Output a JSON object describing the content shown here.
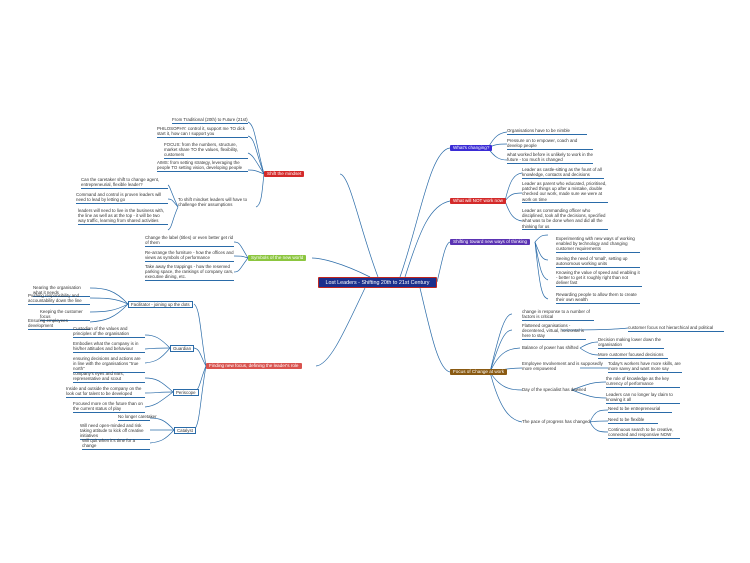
{
  "center": "Lost Leaders - Shifting 20th to 21st Century",
  "colors": {
    "line": "#2a6ba8",
    "shift_mindset": "#d42a2a",
    "symbols": "#8cc63f",
    "what_changing": "#3a2bd6",
    "what_not_work": "#d42a2a",
    "shifting_ways": "#5b33b3",
    "focus_change": "#8a5a12",
    "finding_new": "#d9534f"
  },
  "branches": {
    "shift_mindset": {
      "label": "Shift the mindset",
      "items": [
        "From Traditional (20th) to Future (21st)",
        "PHILOSOPHY: control it, support me TO dick start it, how can I support you",
        "FOCUS: from the numbers, structure, market share TO the values, flexibility, customers",
        "AIMS: from setting strategy, leveraging the people TO setting vision, developing people"
      ],
      "sub": {
        "label": "To shift mindset leaders will have to challenge their assumptions",
        "items": [
          "Can the caretaker shift to change agent, entrepreneurial, flexible leader?",
          "Command and control is proven leaders will need to lead by letting go",
          "leaders will need to live in the business with, the line as well as at the top - it will be two way traffic, learning from shared activities"
        ]
      }
    },
    "symbols": {
      "label": "Symbols of the new world",
      "items": [
        "Change the label (titles) or even better get rid of them",
        "Re-arrange the furniture - how the offices and views as symbols of performance",
        "Take away the trappings - how the reserved parking space, the rankings of company cars, executive dining, etc."
      ]
    },
    "finding_new": {
      "label": "Finding new focus, defining the leader's role",
      "groups": [
        {
          "label": "Facilitator - joining up the dots",
          "items": [
            "Nearing the organisation what it needs",
            "Pushing responsibility and accountability down the line",
            "Keeping the customer focus",
            "Ensuring employees development"
          ]
        },
        {
          "label": "Guardian",
          "items": [
            "Custodian of the values and principles of the organisation",
            "Embodies what the company is in his/her attitudes and behaviour",
            "ensuring decisions and actions are in line with the organisations \"true north\""
          ]
        },
        {
          "label": "Periscope",
          "items": [
            "company's eyes and ears, representative and scout",
            "Inside and outside the company on the look out for talent to be developed",
            "Focused more on the future than on the current status of play"
          ]
        },
        {
          "label": "Catalyst",
          "items": [
            "No longer caretaker",
            "Will need open-minded and risk taking attitude to kick off creative initiatives",
            "Will quit when it's time for a change"
          ]
        }
      ]
    },
    "what_changing": {
      "label": "What's changing?",
      "items": [
        "Organisations have to be nimble",
        "Pressure on to empower, coach and develop people",
        "what worked before is unlikely to work in the future - too much is changed"
      ]
    },
    "what_not_work": {
      "label": "What will NOT work now",
      "items": [
        "Leader as castle-sitting as the fount of all knowledge, contacts and decisions",
        "Leader as parent who educated, prioritised, patched things up after a mistake, double checked our work, made sure we were at work on time",
        "Leader as commanding officer who disciplined, took all the decisions, specified what was to be done when and did all the thinking for us"
      ]
    },
    "shifting_ways": {
      "label": "Shifting toward new ways of thinking",
      "items": [
        "Experimenting with new ways of working enabled by technology and changing customer requirements",
        "Seeing the need of 'small', setting up autonomous working units",
        "Knowing the value of speed and enabling it - better to get it roughly right than not deliver fast",
        "Rewarding people to allow them to create their own wealth"
      ]
    },
    "focus_change": {
      "label": "Focus of Change at work",
      "items": [
        "change in response to a number of factors is critical",
        "Flattened organisations - decentered, virtual, horizontal is here to stay"
      ],
      "flatten_child": "customer focus not hierarchical and political",
      "groups": [
        {
          "label": "Balance of power has shifted",
          "items": [
            "Decision making lower down the organisation",
            "More customer focused decisions"
          ]
        },
        {
          "label": "Employee Involvement and is supposedly more empowered",
          "items": [
            "Today's workers have more skills, are more savvy and want more say"
          ]
        },
        {
          "label": "Day of the specialist has dawned",
          "items": [
            "the role of knowledge as the key currency of performance",
            "Leaders can no longer lay claim to knowing it all"
          ]
        },
        {
          "label": "The pace of progress has changed",
          "items": [
            "Need to be entrepreneurial",
            "Need to be flexible",
            "Continuous search to be creative, connected and responsive NOW"
          ]
        }
      ]
    }
  }
}
